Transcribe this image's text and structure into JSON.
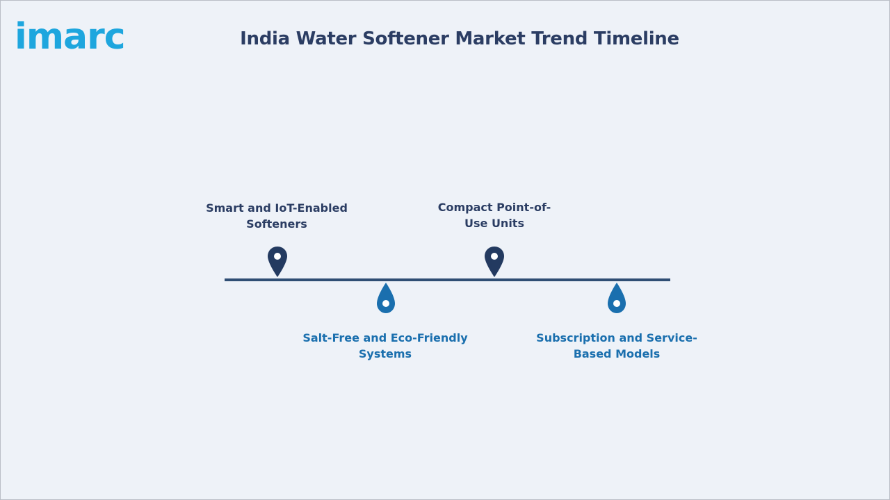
{
  "logo": {
    "text": "imarc"
  },
  "title": "India Water Softener Market Trend Timeline",
  "timeline": {
    "above": [
      {
        "line1": "Smart and IoT-Enabled",
        "line2": "Softeners",
        "icon": "map-pin-icon"
      },
      {
        "line1": "Compact Point-of-",
        "line2": "Use Units",
        "icon": "map-pin-icon"
      }
    ],
    "below": [
      {
        "line1": "Salt-Free and Eco-Friendly",
        "line2": "Systems",
        "icon": "water-drop-icon"
      },
      {
        "line1": "Subscription and Service-",
        "line2": "Based Models",
        "icon": "water-drop-icon"
      }
    ]
  },
  "colors": {
    "background": "#eef2f8",
    "title": "#2b3d63",
    "pin": "#233a60",
    "drop": "#1a6fae",
    "line": "#2f4e74",
    "logo": "#1ea6de"
  }
}
